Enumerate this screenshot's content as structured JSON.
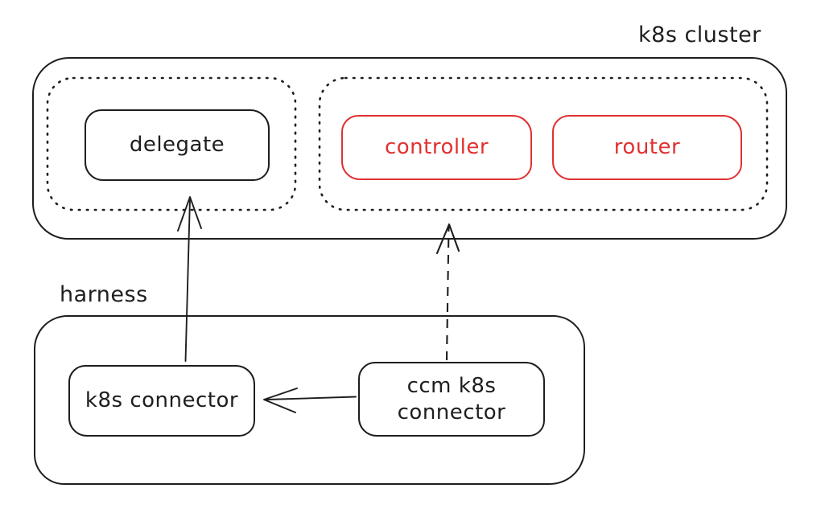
{
  "colors": {
    "ink": "#1e1e1e",
    "accent_red": "#e03131",
    "background": "#ffffff"
  },
  "cluster": {
    "label": "k8s cluster",
    "delegate_group": {
      "nodes": [
        {
          "id": "delegate",
          "label": "delegate",
          "color": "#1e1e1e"
        }
      ]
    },
    "control_group": {
      "nodes": [
        {
          "id": "controller",
          "label": "controller",
          "color": "#e03131"
        },
        {
          "id": "router",
          "label": "router",
          "color": "#e03131"
        }
      ]
    }
  },
  "harness": {
    "label": "harness",
    "nodes": [
      {
        "id": "k8s-connector",
        "label": "k8s connector",
        "color": "#1e1e1e"
      },
      {
        "id": "ccm-k8s-connector",
        "label": "ccm k8s connector",
        "color": "#1e1e1e"
      }
    ]
  },
  "edges": [
    {
      "from": "k8s connector",
      "to": "delegate",
      "style": "solid"
    },
    {
      "from": "ccm k8s connector",
      "to": "controller group",
      "style": "dashed"
    },
    {
      "from": "ccm k8s connector",
      "to": "k8s connector",
      "style": "solid"
    }
  ]
}
